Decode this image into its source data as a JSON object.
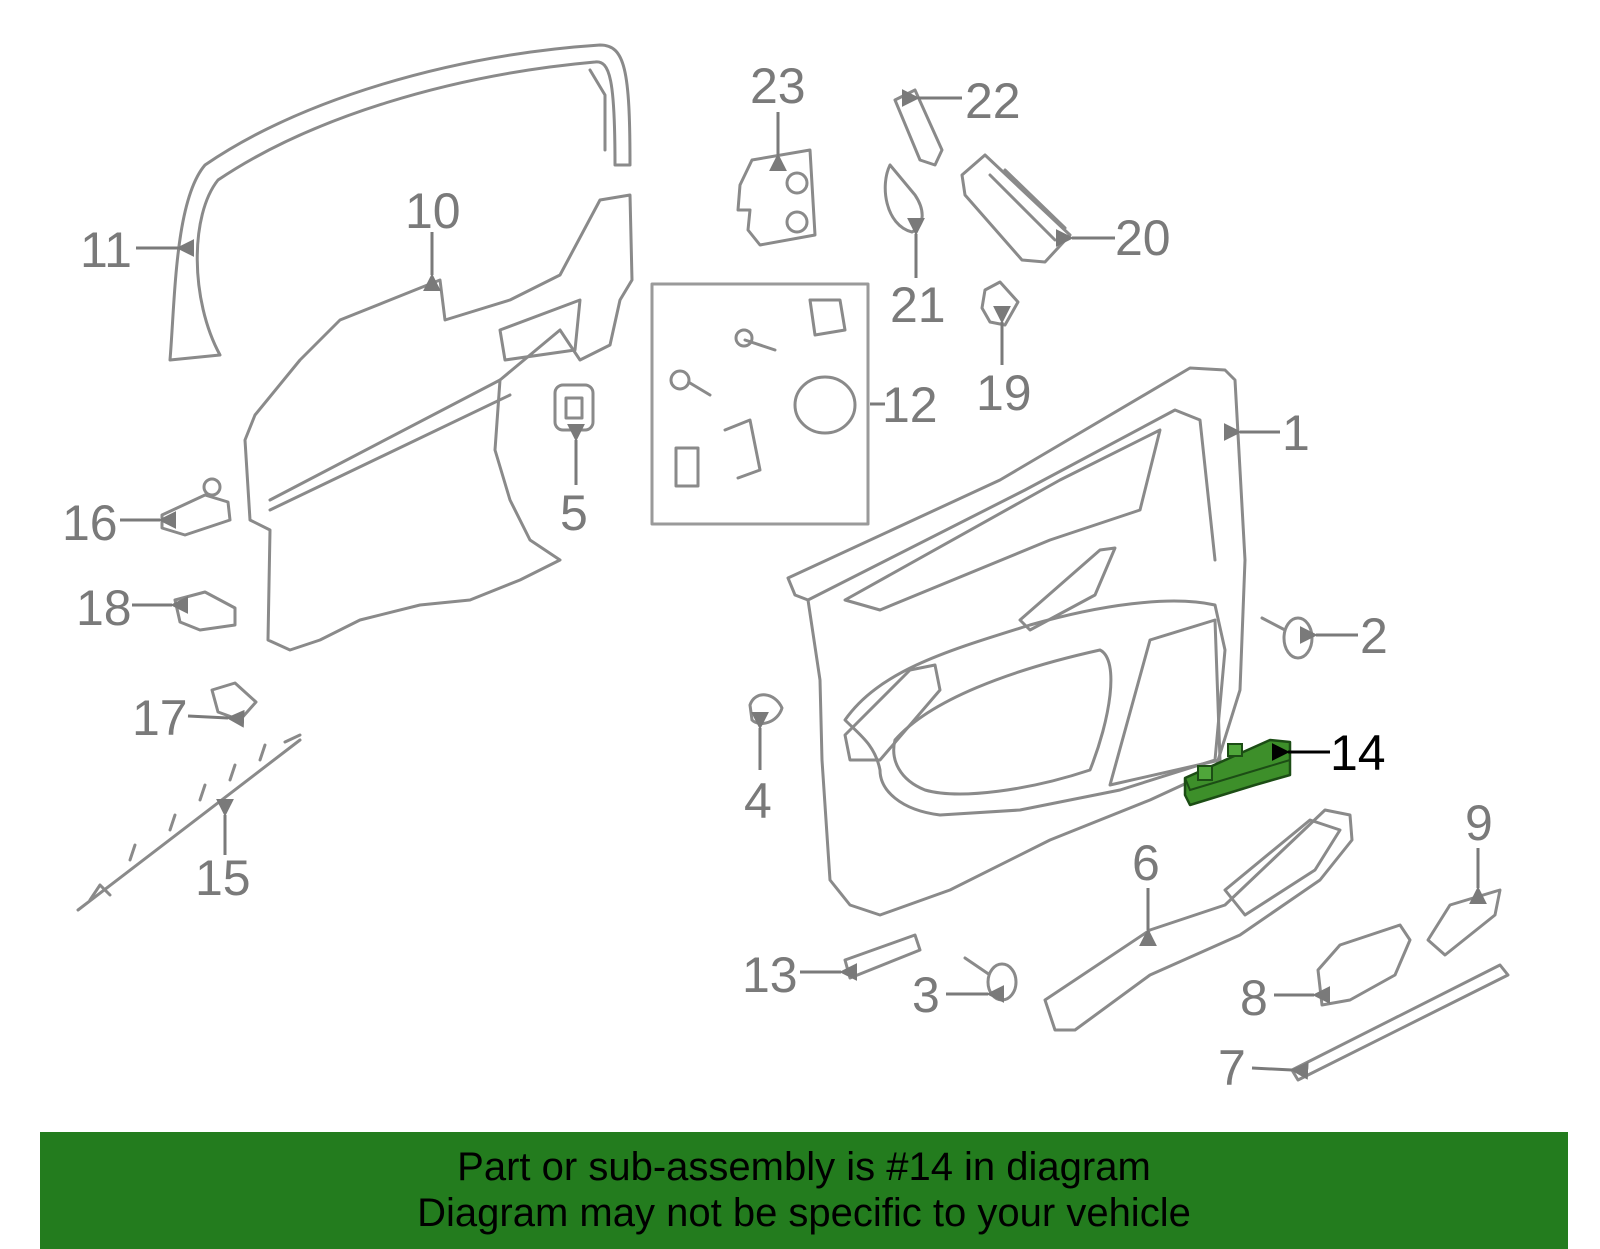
{
  "diagram": {
    "callouts": [
      "1",
      "2",
      "3",
      "4",
      "5",
      "6",
      "7",
      "8",
      "9",
      "10",
      "11",
      "12",
      "13",
      "14",
      "15",
      "16",
      "17",
      "18",
      "19",
      "20",
      "21",
      "22",
      "23"
    ],
    "highlight_callout": "14",
    "colors": {
      "highlight_fill": "#3d8f2a",
      "banner": "#237c1e",
      "line": "#8a8a8a"
    }
  },
  "banner": {
    "line1": "Part or sub-assembly is #14 in diagram",
    "line2": "Diagram may not be specific to your vehicle"
  }
}
